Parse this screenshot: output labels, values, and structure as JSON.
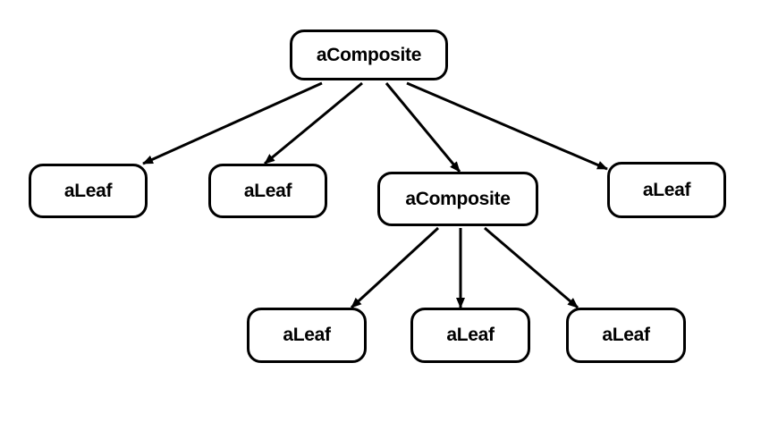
{
  "diagram": {
    "root": {
      "label": "aComposite"
    },
    "children": [
      {
        "label": "aLeaf"
      },
      {
        "label": "aLeaf"
      },
      {
        "label": "aComposite"
      },
      {
        "label": "aLeaf"
      }
    ],
    "grandchildren": [
      {
        "label": "aLeaf"
      },
      {
        "label": "aLeaf"
      },
      {
        "label": "aLeaf"
      }
    ],
    "edges": [
      {
        "from": "root",
        "to": "leaf1"
      },
      {
        "from": "root",
        "to": "leaf2"
      },
      {
        "from": "root",
        "to": "comp2"
      },
      {
        "from": "root",
        "to": "leaf3"
      },
      {
        "from": "comp2",
        "to": "leaf4"
      },
      {
        "from": "comp2",
        "to": "leaf5"
      },
      {
        "from": "comp2",
        "to": "leaf6"
      }
    ],
    "colors": {
      "stroke": "#000000",
      "fill": "#ffffff",
      "text": "#000000"
    }
  }
}
